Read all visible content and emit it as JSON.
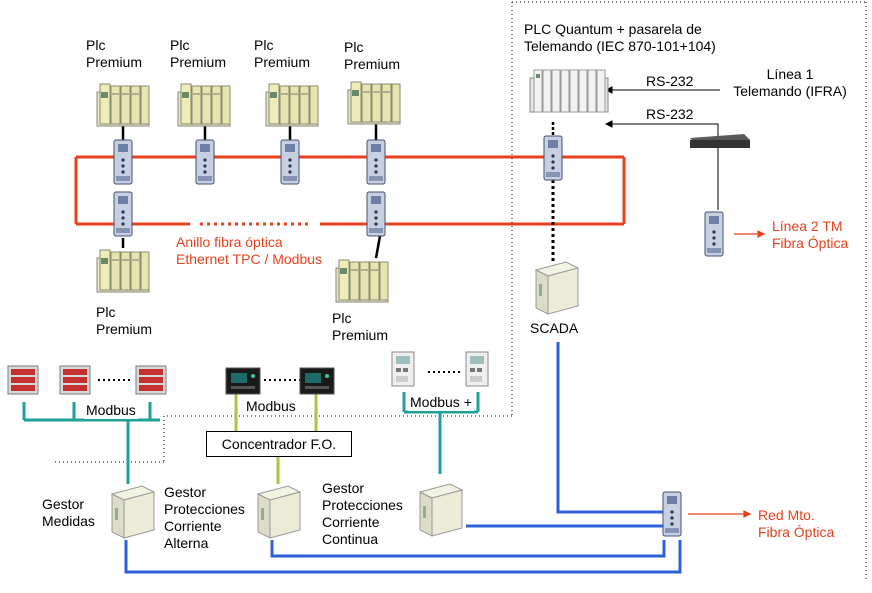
{
  "labels": {
    "plc_premium_1": [
      "Plc",
      "Premium"
    ],
    "plc_premium_2": [
      "Plc",
      "Premium"
    ],
    "plc_premium_3": [
      "Plc",
      "Premium"
    ],
    "plc_premium_4": [
      "Plc",
      "Premium"
    ],
    "plc_premium_5": [
      "Plc",
      "Premium"
    ],
    "plc_premium_6": [
      "Plc",
      "Premium"
    ],
    "plc_quantum": [
      "PLC Quantum + pasarela de",
      "Telemando (IEC 870-101+104)"
    ],
    "rs232_top": "RS-232",
    "rs232_bottom": "RS-232",
    "linea1": [
      "Línea 1",
      "Telemando (IFRA)"
    ],
    "linea2": [
      "Línea 2 TM",
      "Fibra Óptica"
    ],
    "anillo": [
      "Anillo fibra óptica",
      "Ethernet TPC / Modbus"
    ],
    "scada": "SCADA",
    "modbus_left": "Modbus",
    "modbus_mid": "Modbus",
    "modbus_plus": "Modbus +",
    "concentrador": "Concentrador F.O.",
    "gestor_medidas": [
      "Gestor",
      "Medidas"
    ],
    "gestor_alterna": [
      "Gestor",
      "Protecciones",
      "Corriente",
      "Alterna"
    ],
    "gestor_continua": [
      "Gestor",
      "Protecciones",
      "Corriente",
      "Continua"
    ],
    "red_mto": [
      "Red Mto.",
      "Fibra Óptica"
    ]
  },
  "colors": {
    "ring": "#e8401c",
    "teal_bus": "#1fa09a",
    "green_bus": "#a8c83c",
    "blue_link": "#3060d8",
    "dotted": "#000000"
  }
}
